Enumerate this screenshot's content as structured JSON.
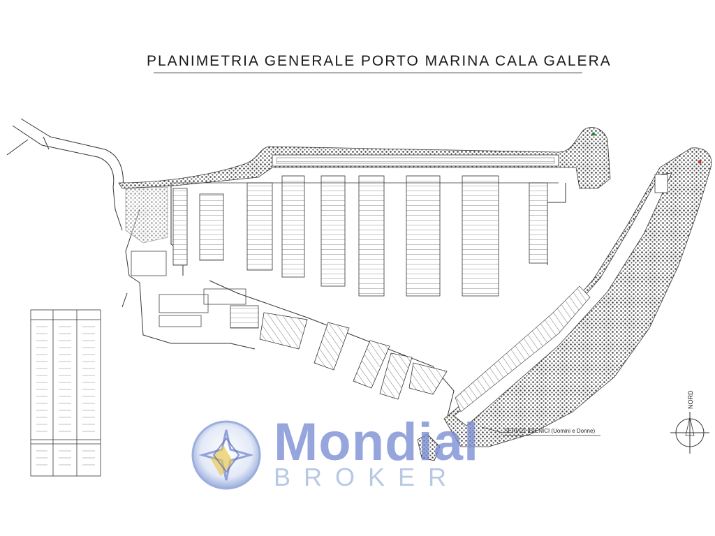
{
  "title": "PLANIMETRIA GENERALE PORTO MARINA CALA GALERA",
  "labels": {
    "services": "SERVIZI IGIENICI (Uomini e Donne)",
    "north": "NORD"
  },
  "watermark": {
    "name": "Mondial",
    "sub": "BROKER"
  },
  "colors": {
    "line": "#333333",
    "rock": "#444444",
    "watermark_main": "#7b8fd4",
    "watermark_sub": "#a9bde2",
    "emblem_gold": "#e8c64a"
  }
}
